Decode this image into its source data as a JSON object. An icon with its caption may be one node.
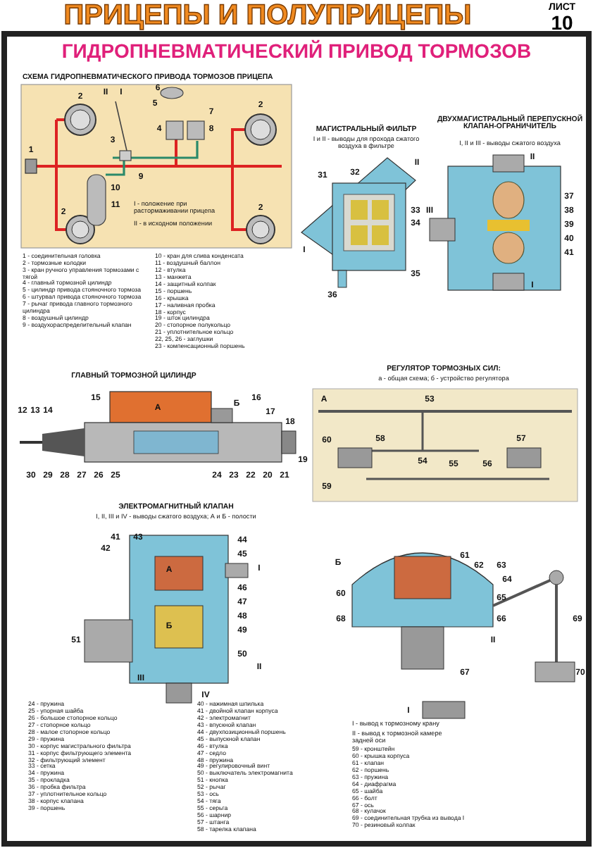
{
  "diagram": {
    "title": "ГИДРОПНЕВМАТИЧЕСКИЙ ПРИВОД ТОРМОЗОВ",
    "labels": [
      "ПРИЦЕПЫ И ПОЛУПРИЦЕПЫ",
      "ЛИСТ",
      "10",
      "СХЕМА ГИДРОПНЕВМАТИЧЕСКОГО ПРИВОДА ТОРМОЗОВ ПРИЦЕПА",
      "2",
      "II",
      "I",
      "6",
      "5",
      "7",
      "2",
      "4",
      "8",
      "1",
      "3",
      "9",
      "10",
      "11",
      "2",
      "2",
      "I - положение при растормаживании прицепа",
      "II - в исходном положении",
      "1 - соединительная головка",
      "2 - тормозные колодки",
      "3 - кран ручного управления тормозами с тягой",
      "4 - главный тормозной цилиндр",
      "5 - цилиндр привода стояночного тормоза",
      "6 - штурвал привода стояночного тормоза",
      "7 - рычаг привода главного тормозного цилиндра",
      "8 - воздушный цилиндр",
      "9 - воздухораспределительный клапан",
      "10 - кран для слива конденсата",
      "11 - воздушный баллон",
      "12 - втулка",
      "13 - манжета",
      "14 - защитный колпак",
      "15 - поршень",
      "16 - крышка",
      "17 - наливная пробка",
      "18 - корпус",
      "19 - шток цилиндра",
      "20 - стопорное полукольцо",
      "21 - уплотнительное кольцо",
      "22, 25, 26 - заглушки",
      "23 - компенсационный поршень",
      "МАГИСТРАЛЬНЫЙ ФИЛЬТР",
      "I и II - выводы для прохода сжатого воздуха в фильтре",
      "31",
      "32",
      "II",
      "33",
      "34",
      "I",
      "35",
      "36",
      "ДВУХМАГИСТРАЛЬНЫЙ ПЕРЕПУСКНОЙ КЛАПАН-ОГРАНИЧИТЕЛЬ",
      "I, II и III - выводы сжатого воздуха",
      "II",
      "37",
      "38",
      "39",
      "III",
      "40",
      "41",
      "I",
      "ГЛАВНЫЙ ТОРМОЗНОЙ ЦИЛИНДР",
      "15",
      "А",
      "Б",
      "16",
      "17",
      "18",
      "12",
      "13",
      "14",
      "30",
      "29",
      "28",
      "27",
      "26",
      "25",
      "24",
      "23",
      "22",
      "20",
      "21",
      "19",
      "РЕГУЛЯТОР ТОРМОЗНЫХ СИЛ:",
      "а - общая схема; б - устройство регулятора",
      "А",
      "53",
      "60",
      "58",
      "54",
      "55",
      "56",
      "57",
      "59",
      "ЭЛЕКТРОМАГНИТНЫЙ КЛАПАН",
      "I, II, III и IV - выводы сжатого воздуха; А и Б - полости",
      "42",
      "43",
      "44",
      "45",
      "46",
      "47",
      "48",
      "49",
      "50",
      "51",
      "А",
      "Б",
      "I",
      "II",
      "III",
      "IV",
      "41",
      "Б",
      "61",
      "62",
      "63",
      "64",
      "65",
      "66",
      "67",
      "68",
      "69",
      "70",
      "I",
      "II",
      "60",
      "I - вывод к тормозному крану",
      "II - вывод к тормозной камере задней оси",
      "24 - пружина",
      "25 - упорная шайба",
      "26 - большое стопорное кольцо",
      "27 - стопорное кольцо",
      "28 - малое стопорное кольцо",
      "29 - пружина",
      "30 - корпус магистрального фильтра",
      "31 - корпус фильтрующего элемента",
      "32 - фильтрующий элемент",
      "33 - сетка",
      "34 - пружина",
      "35 - прокладка",
      "36 - пробка фильтра",
      "37 - уплотнительное кольцо",
      "38 - корпус клапана",
      "39 - поршень",
      "40 - нажимная шпилька",
      "41 - двойной клапан корпуса",
      "42 - электромагнит",
      "43 - впускной клапан",
      "44 - двухпозиционный поршень",
      "45 - выпускной клапан",
      "46 - втулка",
      "47 - седло",
      "48 - пружина",
      "49 - регулировочный винт",
      "50 - выключатель электромагнита",
      "51 - кнопка",
      "52 - рычаг",
      "53 - ось",
      "54 - тяга",
      "55 - серьга",
      "56 - шарнир",
      "57 - штанга",
      "58 - тарелка клапана",
      "59 - кронштейн",
      "60 - крышка корпуса",
      "61 - клапан",
      "62 - поршень",
      "63 - пружина",
      "64 - диафрагма",
      "65 - шайба",
      "66 - болт",
      "67 - ось",
      "68 - кулачок",
      "69 - соединительная трубка из вывода I",
      "70 - резиновый колпак"
    ]
  }
}
